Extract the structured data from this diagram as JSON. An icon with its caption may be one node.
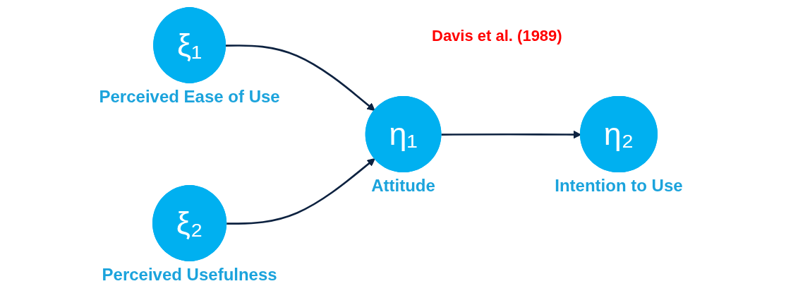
{
  "diagram": {
    "nodes": [
      {
        "text": [
          "ξ₁"
        ],
        "beside": [
          "Perceived Ease of Use"
        ]
      },
      {
        "text": [
          "ξ₂"
        ],
        "beside": [
          "Perceived Usefulness"
        ]
      },
      {
        "text": [
          "η₁"
        ],
        "beside": [
          "Attitude"
        ]
      },
      {
        "text": [
          "η₂"
        ],
        "beside": [
          "Intention to Use"
        ]
      }
    ],
    "edges": [
      {
        "from": 0,
        "to": 2,
        "arrow": "to"
      },
      {
        "from": 1,
        "to": 2,
        "arrow": "to"
      },
      {
        "from": 2,
        "to": 3,
        "arrow": "to"
      }
    ],
    "labels": [
      "Davis et al. (1989)"
    ]
  }
}
